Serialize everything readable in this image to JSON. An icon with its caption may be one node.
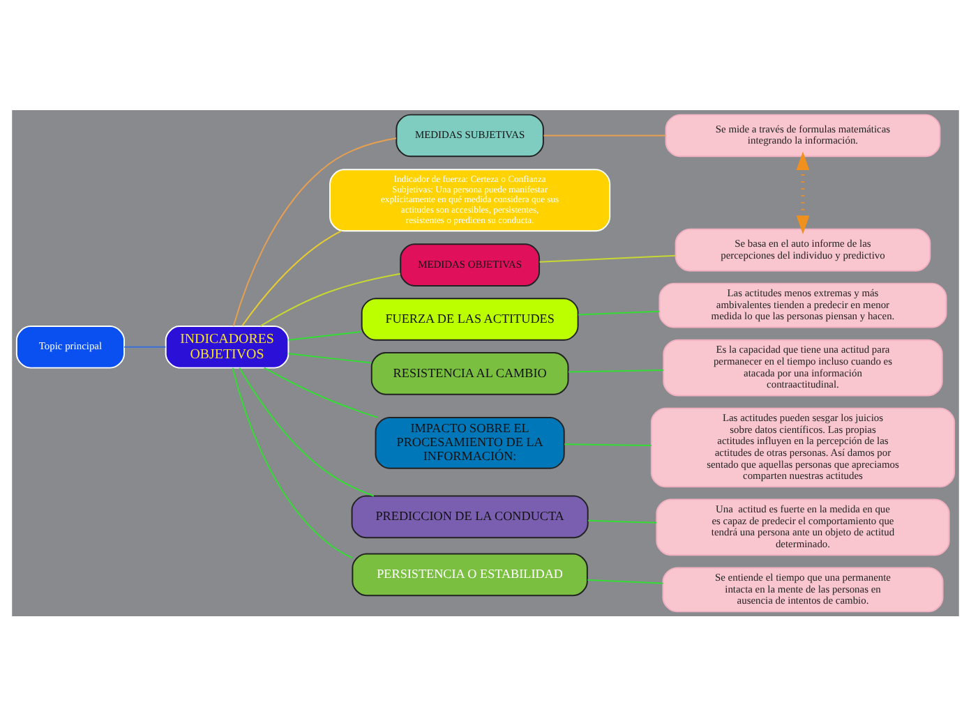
{
  "diagram": {
    "nodes": [
      {
        "text": [
          "Topic principal"
        ]
      },
      {
        "text": [
          "INDICADORES OBJETIVOS"
        ]
      },
      {
        "text": [
          "MEDIDAS SUBJETIVAS"
        ]
      },
      {
        "text": [
          "Se mide a través de formulas matemáticas integrando la información."
        ]
      },
      {
        "text": [
          "Indicador de fuerza: Certeza o Confianza Subjetivas: Una persona puede manifestar explícitamente en qué medida considera que sus actitudes son accesibles, persistentes, resistentes o predicen su conducta."
        ]
      },
      {
        "text": [
          "MEDIDAS OBJETIVAS"
        ]
      },
      {
        "text": [
          "Se basa en el auto informe de las percepciones del individuo y predictivo"
        ]
      },
      {
        "text": [
          "FUERZA DE LAS ACTITUDES"
        ]
      },
      {
        "text": [
          "Las actitudes menos extremas y más ambivalentes tienden a predecir en menor medida lo que las personas piensan y hacen."
        ]
      },
      {
        "text": [
          "RESISTENCIA AL CAMBIO"
        ]
      },
      {
        "text": [
          "Es la capacidad que tiene una actitud para permanecer en el tiempo incluso cuando es atacada por una información contraactitudinal."
        ]
      },
      {
        "text": [
          "IMPACTO SOBRE EL PROCESAMIENTO DE LA INFORMACIÓN:"
        ]
      },
      {
        "text": [
          "Las actitudes pueden sesgar los juicios sobre datos científicos. Las propias actitudes influyen en la percepción de las actitudes de otras personas. Así damos por sentado que aquellas personas que apreciamos comparten nuestras actitudes"
        ]
      },
      {
        "text": [
          "PREDICCION DE LA CONDUCTA"
        ]
      },
      {
        "text": [
          "Una  actitud es fuerte en la medida en que es capaz de predecir el comportamiento que tendrá una persona ante un objeto de actitud determinado."
        ]
      },
      {
        "text": [
          "PERSISTENCIA O ESTABILIDAD"
        ]
      },
      {
        "text": [
          "Se entiende el tiempo que una permanente intacta en la mente de las personas en ausencia de intentos de cambio."
        ]
      }
    ],
    "edges": [
      {
        "from": 0,
        "to": 1,
        "arrow": "none",
        "color": "#3a6fd8"
      },
      {
        "from": 1,
        "to": 2,
        "arrow": "none",
        "color": "#e8a050"
      },
      {
        "from": 1,
        "to": 4,
        "arrow": "none",
        "color": "#e8cc30"
      },
      {
        "from": 1,
        "to": 5,
        "arrow": "none",
        "color": "#c8d830"
      },
      {
        "from": 1,
        "to": 7,
        "arrow": "none"
      },
      {
        "from": 1,
        "to": 9,
        "arrow": "none"
      },
      {
        "from": 1,
        "to": 11,
        "arrow": "none"
      },
      {
        "from": 1,
        "to": 13,
        "arrow": "none"
      },
      {
        "from": 1,
        "to": 15,
        "arrow": "none"
      },
      {
        "from": 2,
        "to": 3,
        "arrow": "none",
        "color": "#e8a050"
      },
      {
        "from": 5,
        "to": 6,
        "arrow": "none",
        "color": "#c8d830"
      },
      {
        "from": 7,
        "to": 8,
        "arrow": "none"
      },
      {
        "from": 9,
        "to": 10,
        "arrow": "none"
      },
      {
        "from": 11,
        "to": 12,
        "arrow": "none"
      },
      {
        "from": 13,
        "to": 14,
        "arrow": "none"
      },
      {
        "from": 15,
        "to": 16,
        "arrow": "none"
      },
      {
        "from": 6,
        "to": 3,
        "arrow": "both",
        "style": "dashed",
        "color": "#f0901e"
      }
    ]
  }
}
